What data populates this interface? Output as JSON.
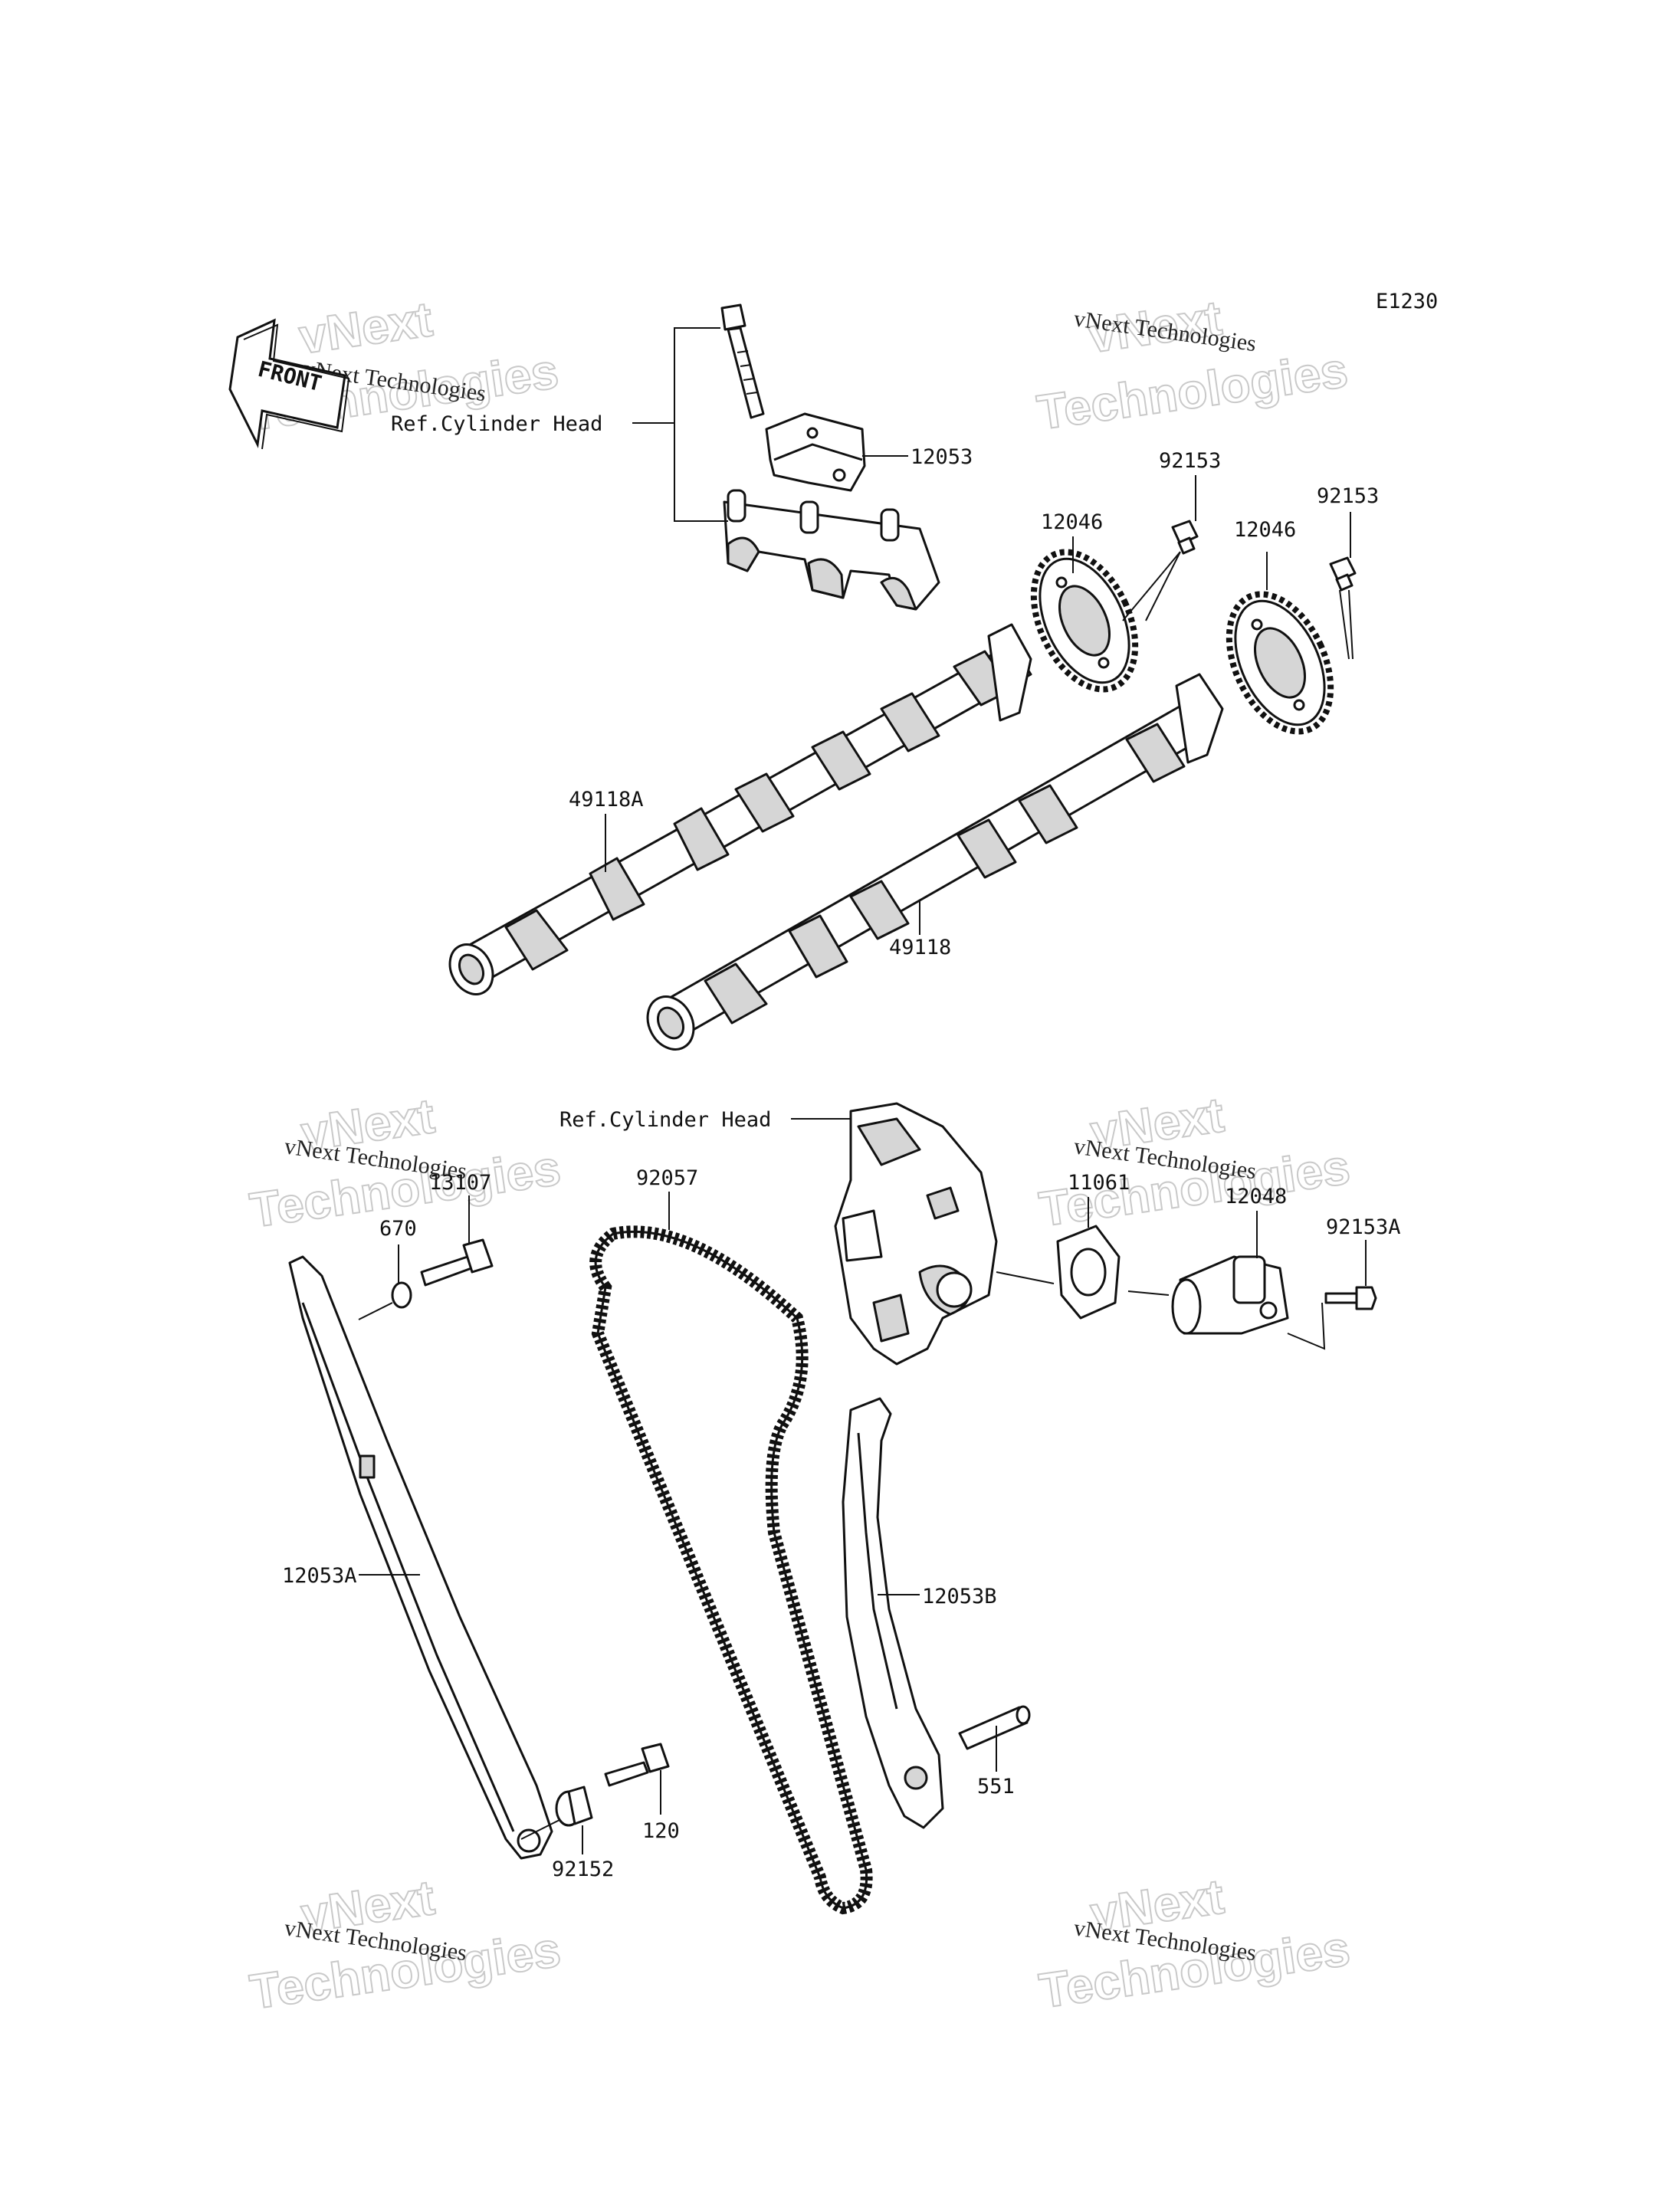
{
  "diagram_code": "E1230",
  "front_label": "FRONT",
  "watermark": {
    "line1": "vNext Technologies",
    "big_a": "vNext",
    "big_b": "Technologies"
  },
  "callouts": {
    "ref_head_top": "Ref.Cylinder Head",
    "ref_head_mid": "Ref.Cylinder Head",
    "p12053": "12053",
    "p12046_a": "12046",
    "p92153_a": "92153",
    "p12046_b": "12046",
    "p92153_b": "92153",
    "p49118A": "49118A",
    "p49118": "49118",
    "p92057": "92057",
    "p13107": "13107",
    "p670": "670",
    "p11061": "11061",
    "p12048": "12048",
    "p92153A": "92153A",
    "p12053A": "12053A",
    "p12053B": "12053B",
    "p92152": "92152",
    "p120": "120",
    "p551": "551"
  }
}
